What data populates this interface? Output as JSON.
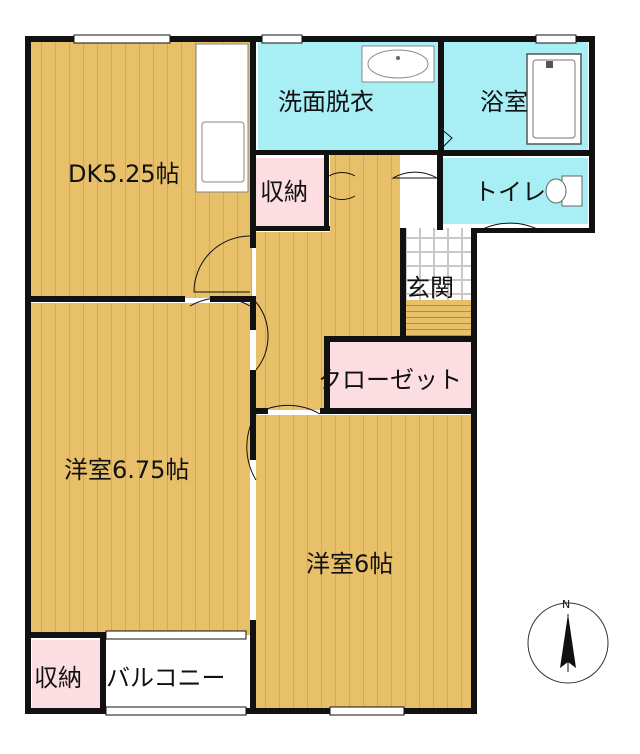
{
  "rooms": {
    "dk": "DK5.25帖",
    "washroom": "洗面脱衣",
    "bath": "浴室",
    "storage_mid": "収納",
    "toilet": "トイレ",
    "entrance": "玄関",
    "closet": "クローゼット",
    "western_a": "洋室6.75帖",
    "western_b": "洋室6帖",
    "storage_bottom": "収納",
    "balcony": "バルコニー"
  },
  "compass": {
    "north_label": "N"
  },
  "colors": {
    "floor_wood": "#e8c06a",
    "floor_line": "#d6a94a",
    "wet_area": "#a8eef5",
    "storage": "#fbdde2",
    "wall": "#111111",
    "balcony": "#ffffff"
  }
}
